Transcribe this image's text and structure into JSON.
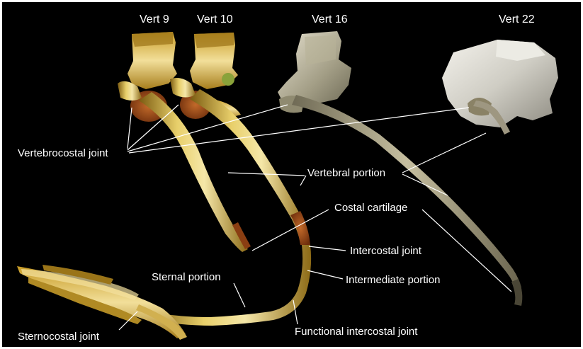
{
  "vertebra_labels": {
    "vert9": "Vert 9",
    "vert10": "Vert 10",
    "vert16": "Vert 16",
    "vert22": "Vert 22"
  },
  "annotations": {
    "vertebrocostal_joint": "Vertebrocostal joint",
    "vertebral_portion": "Vertebral portion",
    "costal_cartilage": "Costal cartilage",
    "intercostal_joint": "Intercostal joint",
    "intermediate_portion": "Intermediate portion",
    "sternal_portion": "Sternal portion",
    "functional_intercostal_joint": "Functional intercostal joint",
    "sternocostal_joint": "Sternocostal joint"
  },
  "colors": {
    "background": "#000000",
    "bone_gold": "#c9a227",
    "bone_highlight": "#f3e3a0",
    "joint_rust": "#9a4a16",
    "rib_grey": "#a49a78",
    "vertebra_white": "#d8d6cc",
    "leader_line": "#ffffff"
  }
}
